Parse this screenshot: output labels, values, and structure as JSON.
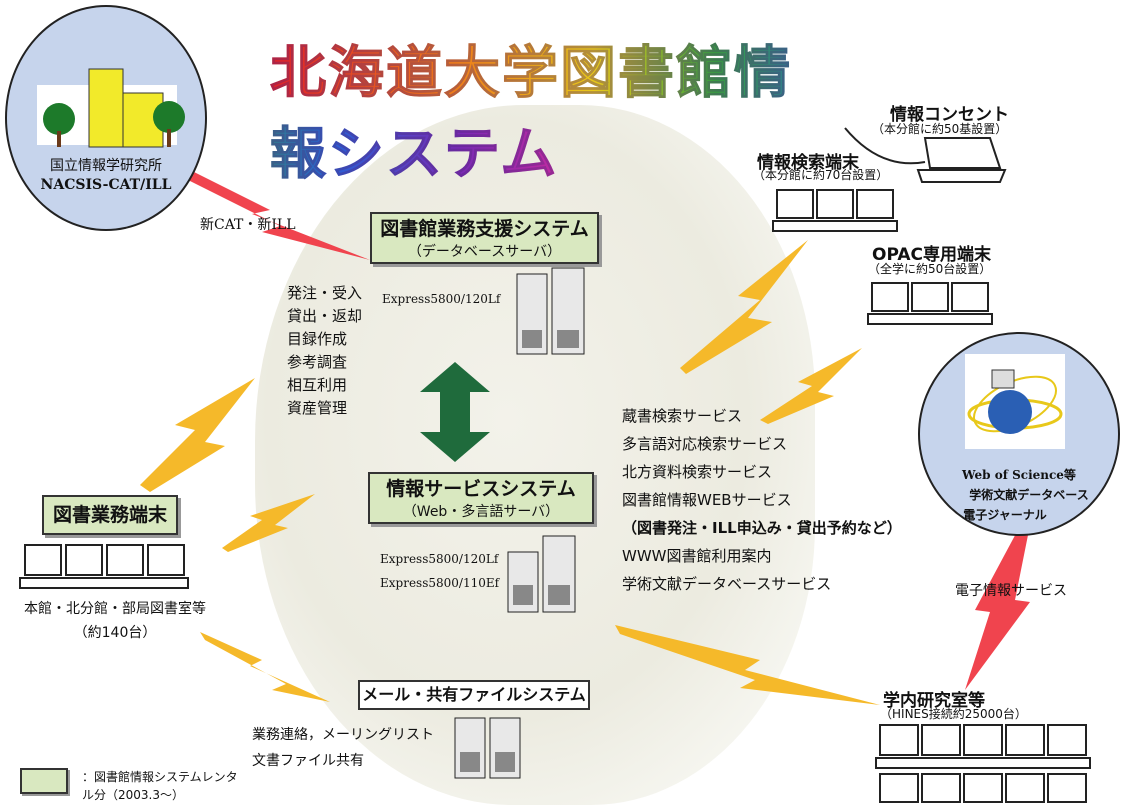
{
  "title": "北海道大学図書館情報システム",
  "nacsis": {
    "line1": "国立情報学研究所",
    "line2": "NACSIS-CAT/ILL"
  },
  "cat_label": "新CAT・新ILL",
  "support_system": {
    "title": "図書館業務支援システム",
    "subtitle": "（データベースサーバ）",
    "model": "Express5800/120Lf"
  },
  "tasks": [
    "発注・受入",
    "貸出・返却",
    "目録作成",
    "参考調査",
    "相互利用",
    "資産管理"
  ],
  "service_system": {
    "title": "情報サービスシステム",
    "subtitle": "（Web・多言語サーバ）",
    "models": [
      "Express5800/120Lf",
      "Express5800/110Ef"
    ]
  },
  "mail_system": {
    "title": "メール・共有ファイルシステム",
    "uses": [
      "業務連絡，メーリングリスト",
      "文書ファイル共有"
    ]
  },
  "office_terminal": {
    "title": "図書業務端末",
    "location": "本館・北分館・部局図書室等",
    "count": "（約140台）"
  },
  "info_outlet": {
    "title": "情報コンセント",
    "note": "（本分館に約50基設置）"
  },
  "search_terminal": {
    "title": "情報検索端末",
    "note": "（本分館に約70台設置）"
  },
  "opac_terminal": {
    "title": "OPAC専用端末",
    "note": "（全学に約50台設置）"
  },
  "web_of_science": {
    "line1": "Web of Science等",
    "line2": "学術文献データベース",
    "line3": "電子ジャーナル"
  },
  "services": [
    "蔵書検索サービス",
    "多言語対応検索サービス",
    "北方資料検索サービス",
    "図書館情報WEBサービス",
    "（図書発注・ILL申込み・貸出予約など）",
    "WWW図書館利用案内",
    "学術文献データベースサービス"
  ],
  "e_info_label": "電子情報サービス",
  "labs": {
    "title": "学内研究室等",
    "note": "（HINES接続約25000台）"
  },
  "legend": {
    "line1": "：図書館情報システムレンタ",
    "line2": "ル分（2003.3～）"
  },
  "colors": {
    "bolt_yellow": "#f5b92a",
    "bolt_red": "#f0444e",
    "scroll_green": "#d9e8c0",
    "arrow_green": "#1f6b3c",
    "circle_blue": "#c6d4ec"
  }
}
